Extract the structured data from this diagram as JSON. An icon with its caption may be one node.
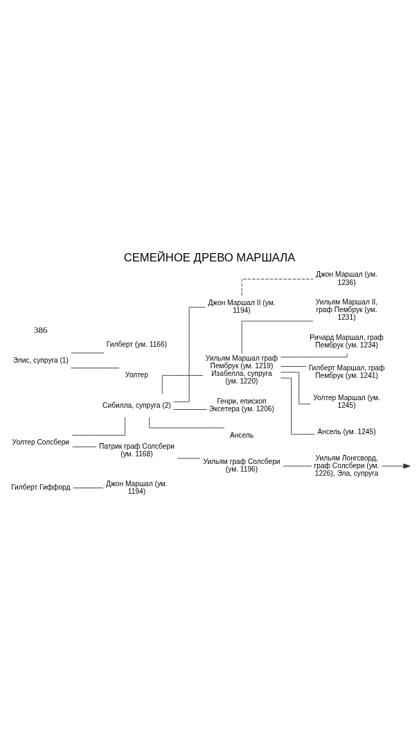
{
  "diagram": {
    "title": "СЕМЕЙНОЕ ДРЕВО МАРШАЛА",
    "nodes": [
      {
        "text": [
          "Гилберт Гиффорд"
        ]
      },
      {
        "text": [
          "Уолтер Солсбери"
        ]
      },
      {
        "text": [
          "Элис, супруга (1)"
        ]
      },
      {
        "text": [
          "Джон Маршал (ум. 1194)"
        ]
      },
      {
        "text": [
          "Сибилла, супруга (2)"
        ]
      },
      {
        "text": [
          "Патрик граф Солсбери (ум. 1168)"
        ]
      },
      {
        "text": [
          "Гилберт (ум. 1166)"
        ]
      },
      {
        "text": [
          "Уолтер"
        ]
      },
      {
        "text": [
          "Джон Маршал II (ум. 1194)"
        ]
      },
      {
        "text": [
          "Уильям Маршал граф Пембрук (ум. 1219) Изабелла, супруга (ум. 1220)"
        ]
      },
      {
        "text": [
          "Генри, епископ Эксетера (ум. 1206)"
        ]
      },
      {
        "text": [
          "Ансель"
        ]
      },
      {
        "text": [
          "Уильям граф Солсбери (ум. 1196)"
        ]
      },
      {
        "text": [
          "Джон Маршал (ум. 1236)"
        ]
      },
      {
        "text": [
          "Уильям Лонгсворд, граф Солсбери (ум. 1226), Эла, супруга"
        ]
      },
      {
        "text": [
          "Уильям Маршал II, граф Пембрук (ум. 1231)"
        ]
      },
      {
        "text": [
          "Ричард Маршал, граф Пембрук (ум. 1234)"
        ]
      },
      {
        "text": [
          "Гилберт Маршал, граф Пембрук (ум. 1241)"
        ]
      },
      {
        "text": [
          "Уолтер Маршал (ум. 1245)"
        ]
      },
      {
        "text": [
          "Ансель (ум. 1245)"
        ]
      }
    ],
    "edges": [
      {
        "from": 0,
        "to": 3,
        "arrow": "none"
      },
      {
        "from": 1,
        "to": 4,
        "arrow": "none"
      },
      {
        "from": 1,
        "to": 5,
        "arrow": "none"
      },
      {
        "from": 2,
        "to": 6,
        "arrow": "none"
      },
      {
        "from": 2,
        "to": 7,
        "arrow": "none"
      },
      {
        "from": 4,
        "to": 8,
        "arrow": "none"
      },
      {
        "from": 4,
        "to": 9,
        "arrow": "none"
      },
      {
        "from": 4,
        "to": 10,
        "arrow": "none"
      },
      {
        "from": 4,
        "to": 11,
        "arrow": "none"
      },
      {
        "from": 5,
        "to": 12,
        "arrow": "none"
      },
      {
        "from": 12,
        "to": 14,
        "arrow": "none"
      },
      {
        "from": 14,
        "to": null,
        "arrow": "to"
      },
      {
        "from": 8,
        "to": 13,
        "arrow": "none",
        "style": "dashed"
      },
      {
        "from": 9,
        "to": 15,
        "arrow": "none"
      },
      {
        "from": 9,
        "to": 16,
        "arrow": "none"
      },
      {
        "from": 9,
        "to": 17,
        "arrow": "none"
      },
      {
        "from": 9,
        "to": 18,
        "arrow": "none"
      },
      {
        "from": 9,
        "to": 19,
        "arrow": "none"
      }
    ],
    "labels": [
      "386"
    ]
  }
}
